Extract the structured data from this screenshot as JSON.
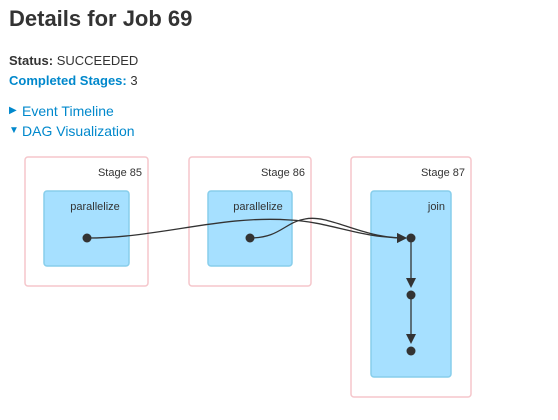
{
  "page": {
    "title": "Details for Job 69"
  },
  "summary": {
    "status_label": "Status:",
    "status_value": "SUCCEEDED",
    "completed_stages_label": "Completed Stages:",
    "completed_stages_value": "3"
  },
  "toggles": {
    "event_timeline": {
      "label": "Event Timeline",
      "icon": "arrow-right-icon",
      "expanded": false
    },
    "dag_visualization": {
      "label": "DAG Visualization",
      "icon": "arrow-down-icon",
      "expanded": true
    }
  },
  "dag": {
    "stages": [
      {
        "label": "Stage 85",
        "operations": [
          {
            "label": "parallelize"
          }
        ]
      },
      {
        "label": "Stage 86",
        "operations": [
          {
            "label": "parallelize"
          }
        ]
      },
      {
        "label": "Stage 87",
        "operations": [
          {
            "label": "join"
          }
        ]
      }
    ],
    "colors": {
      "stage_border": "#f5c6cb",
      "operation_fill": "#a6e0ff",
      "operation_border": "#87ceeb",
      "node": "#333333",
      "edge": "#333333",
      "link": "#0088cc"
    }
  }
}
